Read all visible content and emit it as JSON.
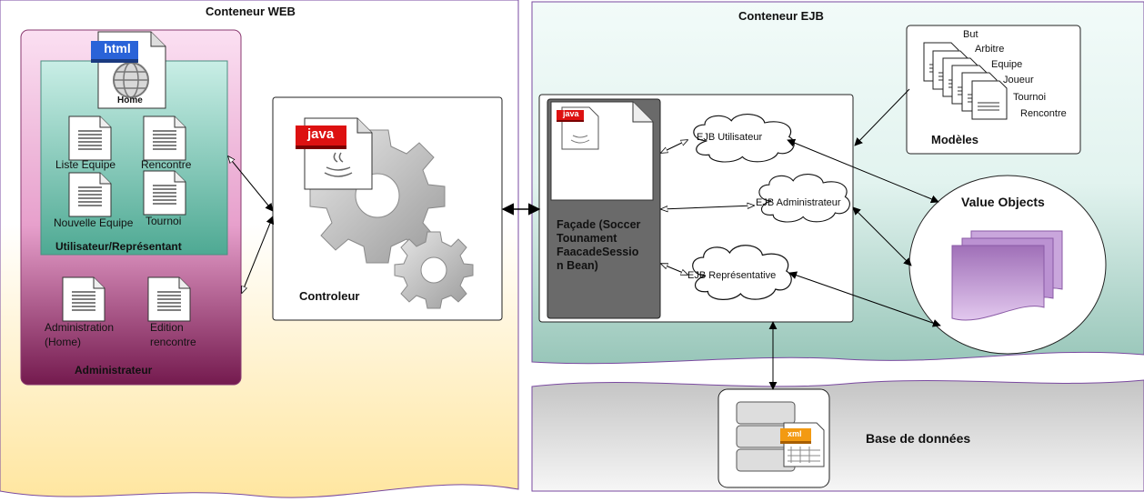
{
  "web_container": {
    "title": "Conteneur WEB",
    "user_group": {
      "title": "Utilisateur/Représentant",
      "home_badge": "html",
      "home_label": "Home",
      "pages": [
        "Liste Equipe",
        "Rencontre",
        "Nouvelle Equipe",
        "Tournoi"
      ]
    },
    "admin_group": {
      "title": "Administrateur",
      "pages": [
        "Administration\n(Home)",
        "Edition\nrencontre"
      ]
    },
    "controller": {
      "label": "Controleur",
      "file_badge": "java"
    }
  },
  "ejb_container": {
    "title": "Conteneur EJB",
    "facade": {
      "file_badge": "java",
      "label": "Façade (Soccer\nTounament\nFaacadeSessio\nn Bean)"
    },
    "ejbs": [
      "EJB Utilisateur",
      "EJB Administrateur",
      "EJB Représentative"
    ],
    "models": {
      "title": "Modèles",
      "items": [
        "But",
        "Arbitre",
        "Equipe",
        "Joueur",
        "Tournoi",
        "Rencontre"
      ]
    },
    "value_objects": {
      "title": "Value Objects"
    }
  },
  "database": {
    "title": "Base de données",
    "file_badge": "xml"
  },
  "colors": {
    "web_bg_top": "#ffffff",
    "web_bg_bottom": "#ffe9a8",
    "ejb_bg_top": "#eef9f7",
    "ejb_bg_bottom": "#9fc9bd",
    "db_bg_top": "#c9c9c9",
    "db_bg_bottom": "#f4f4f4",
    "user_panel_top": "#c4ece3",
    "user_panel_bottom": "#4fac94",
    "admin_panel_top": "#f9d8ee",
    "admin_panel_bottom": "#7a1e55",
    "facade_fill": "#6a6a6a",
    "value_objects_doc": "#c79bd8",
    "java_badge": "#dd1111",
    "html_badge": "#2a63d8",
    "xml_badge": "#f39a12"
  }
}
